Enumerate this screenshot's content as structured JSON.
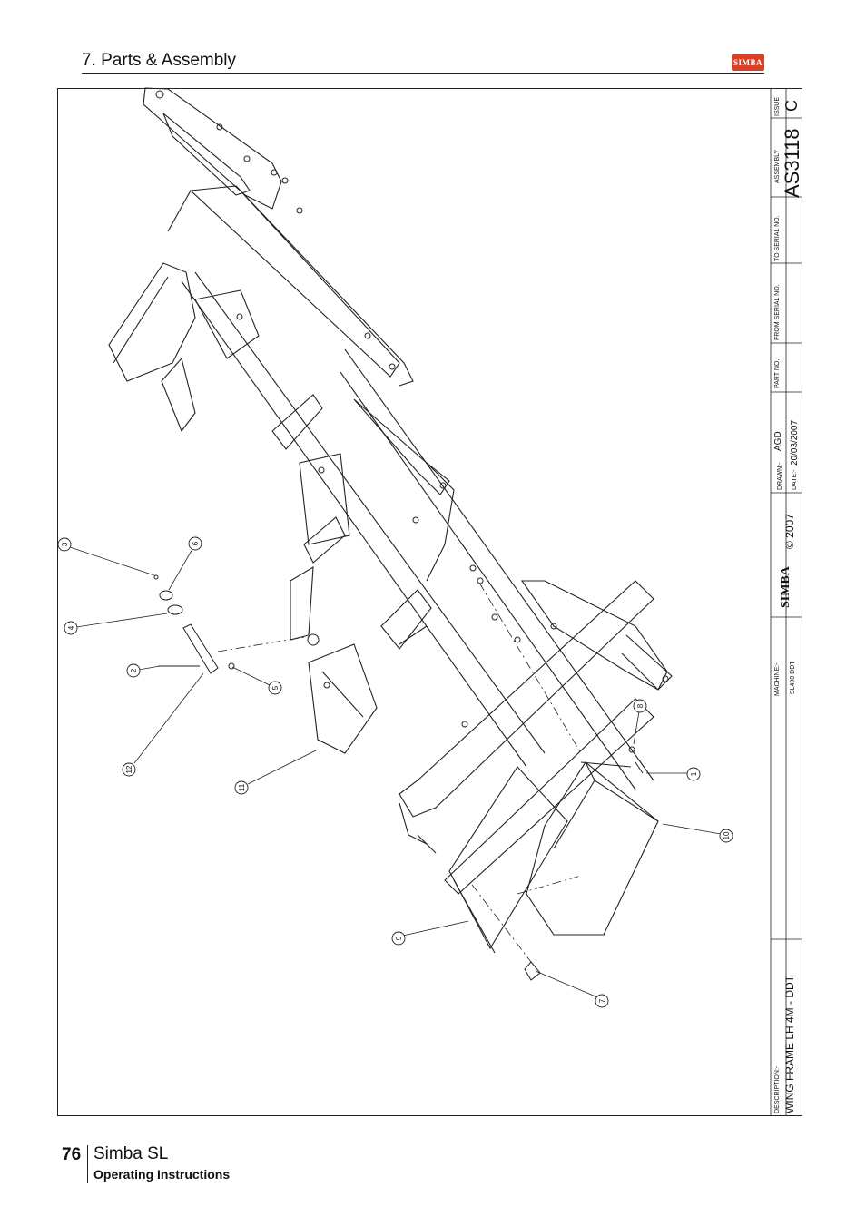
{
  "header": {
    "section_title": "7. Parts & Assembly",
    "logo_text": "SIMBA"
  },
  "title_block": {
    "description_label": "DESCRIPTION:-",
    "description_value": "WING FRAME LH 4M - DDT",
    "machine_label": "MACHINE:-",
    "machine_value": "SL400 DDT",
    "logo_text": "SIMBA",
    "copyright": "© 2007",
    "drawn_label": "DRAWN:-",
    "drawn_value": "AGD",
    "date_label": "DATE:-",
    "date_value": "20/03/2007",
    "part_no_label": "PART NO.",
    "from_serial_label": "FROM SERIAL NO.",
    "to_serial_label": "TO SERIAL NO.",
    "assembly_label": "ASSEMBLY",
    "assembly_value": "AS3118",
    "issue_label": "ISSUE",
    "issue_value": "C"
  },
  "callouts": [
    "1",
    "2",
    "3",
    "4",
    "5",
    "6",
    "7",
    "8",
    "9",
    "10",
    "11",
    "12"
  ],
  "footer": {
    "page_number": "76",
    "product": "Simba SL",
    "subtitle": "Operating Instructions"
  },
  "colors": {
    "logo": "#d8402a",
    "line": "#222222"
  }
}
